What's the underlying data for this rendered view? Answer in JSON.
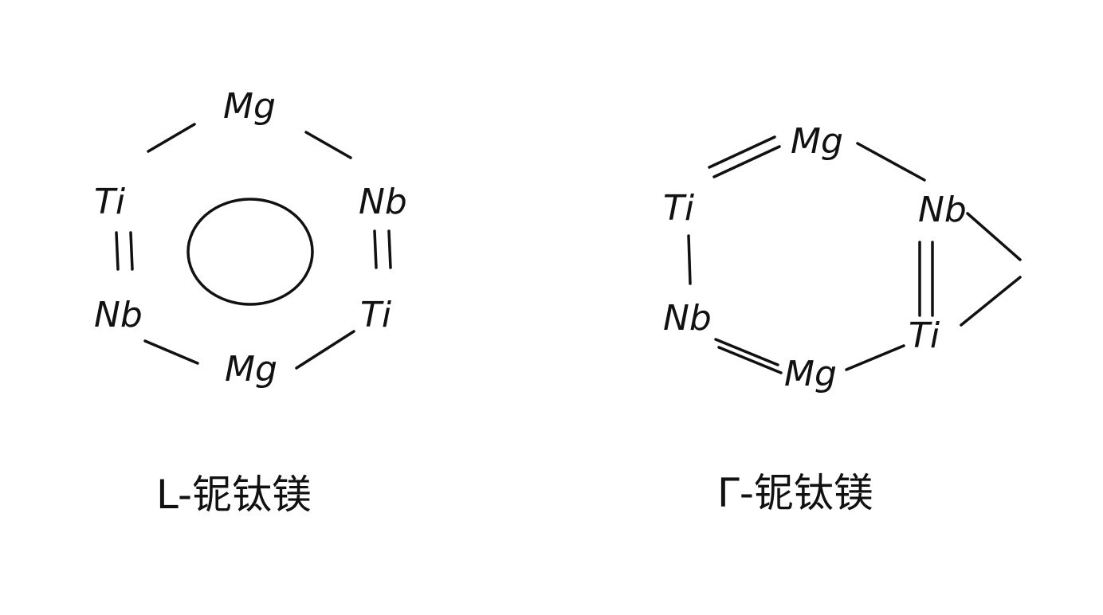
{
  "left_structure": {
    "atoms": {
      "top": "Mg",
      "upper_left": "Ti",
      "upper_right": "Nb",
      "lower_left": "Nb",
      "lower_right": "Ti",
      "bottom": "Mg"
    },
    "caption": "L-铌钛镁"
  },
  "right_structure": {
    "atoms": {
      "top": "Mg",
      "upper_left": "Ti",
      "upper_right": "Nb",
      "lower_left": "Nb",
      "lower_right": "Ti",
      "bottom": "Mg"
    },
    "caption": "Γ-铌钛镁"
  },
  "colors": {
    "ink": "#111111",
    "background": "#ffffff"
  }
}
